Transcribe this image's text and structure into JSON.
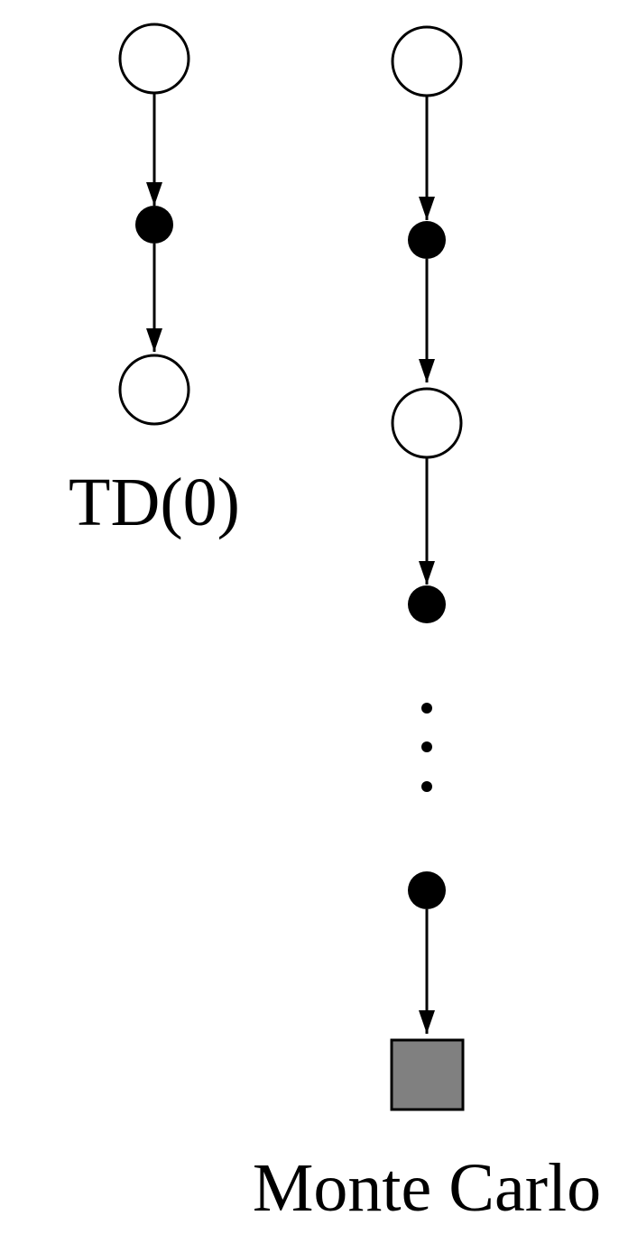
{
  "diagrams": [
    {
      "id": "td0",
      "label": "TD(0)",
      "nodes": [
        "state",
        "action",
        "state"
      ]
    },
    {
      "id": "monte-carlo",
      "label": "Monte Carlo",
      "nodes": [
        "state",
        "action",
        "state",
        "action",
        "ellipsis",
        "action",
        "terminal"
      ]
    }
  ],
  "colors": {
    "line": "#000000",
    "state_fill": "#ffffff",
    "action_fill": "#000000",
    "terminal_fill": "#808080"
  }
}
